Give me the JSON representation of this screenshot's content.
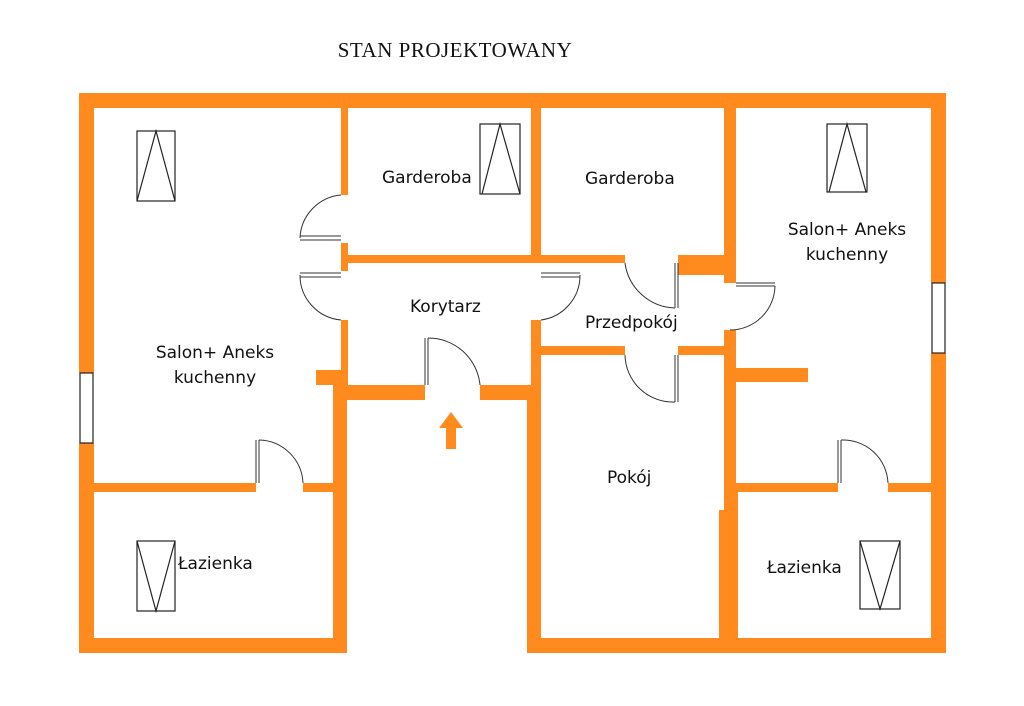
{
  "title": "STAN PROJEKTOWANY",
  "wall_color": "#FF8A1E",
  "rooms": {
    "salon_left": "Salon+ Aneks kuchenny",
    "garderoba_left": "Garderoba",
    "garderoba_right": "Garderoba",
    "korytarz": "Korytarz",
    "przedpokoj": "Przedpokój",
    "salon_right": "Salon+ Aneks kuchenny",
    "pokoj": "Pokój",
    "lazienka_left": "Łazienka",
    "lazienka_right": "Łazienka"
  }
}
